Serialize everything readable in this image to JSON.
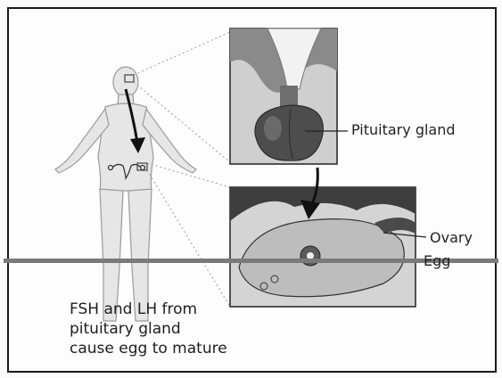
{
  "labels": {
    "pituitary": "Pituitary gland",
    "ovary": "Ovary",
    "egg": "Egg"
  },
  "caption": {
    "line1": "FSH and LH from",
    "line2": "pituitary gland",
    "line3": "cause egg to mature"
  },
  "colors": {
    "border": "#1a1a1a",
    "scan_line": "#7a7a7a",
    "figure_fill": "#e4e4e4",
    "gland_fill": "#5a5a5a"
  }
}
